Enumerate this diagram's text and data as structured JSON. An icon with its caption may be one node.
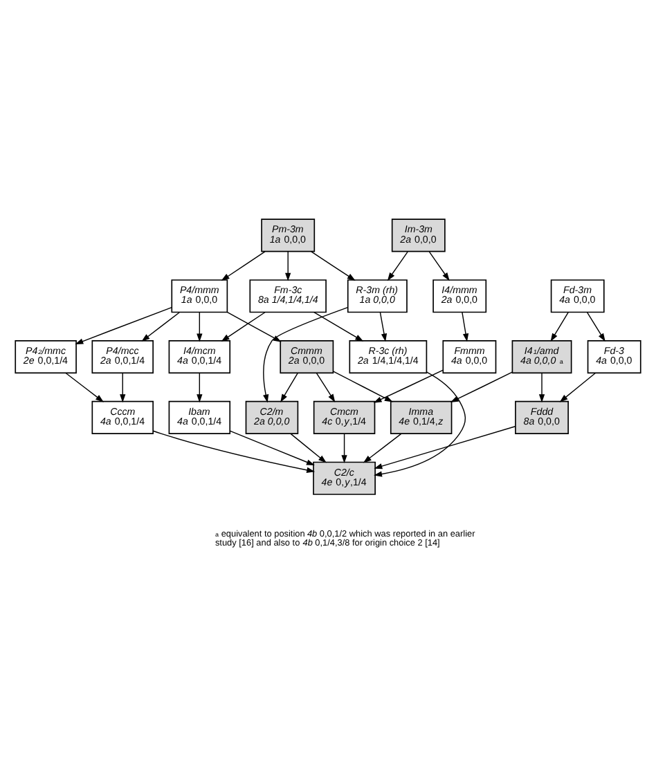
{
  "diagram": {
    "nodes": [
      {
        "text": [
          "*Im-3m*",
          "*2a* 0,0,0"
        ]
      },
      {
        "text": [
          "*Fd-3m*",
          "*4a* 0,0,0"
        ]
      },
      {
        "text": [
          "*Pm-3m*",
          "*1a* 0,0,0"
        ]
      },
      {
        "text": [
          "*I4/mmm*",
          "*2a* 0,0,0"
        ]
      },
      {
        "text": [
          "*Fd-3*",
          "*4a* 0,0,0"
        ]
      },
      {
        "text": [
          "*P4/mmm*",
          "*1a* 0,0,0"
        ]
      },
      {
        "text": [
          "*Fm-3c*",
          "*8a 1/4,1/4,1/4*"
        ]
      },
      {
        "text": [
          "*R-3m (rh)*",
          "*1a 0,0,0*"
        ]
      },
      {
        "text": [
          "*I4$_{1}$/amd*",
          "*4a 0,0,0* $^{a}$"
        ]
      },
      {
        "text": [
          "*P4$_{2}$/mmc*",
          "*2e* 0,0,1/4"
        ]
      },
      {
        "text": [
          "*P4/mcc*",
          "*2a* 0,0,1/4"
        ]
      },
      {
        "text": [
          "*I4/mcm*",
          "*4a* 0,0,1/4"
        ]
      },
      {
        "text": [
          "*R-3c (rh)*",
          "*2a* 1/4,1/4,1/4"
        ]
      },
      {
        "text": [
          "*Fmmm*",
          "*4a* 0,0,0"
        ]
      },
      {
        "text": [
          "*Cccm*",
          "*4a* 0,0,1/4"
        ]
      },
      {
        "text": [
          "*Cmmm*",
          "*2a* 0,0,0"
        ]
      },
      {
        "text": [
          "*Ibam*",
          "*4a* 0,0,1/4"
        ]
      },
      {
        "text": [
          "*Cmcm*",
          "*4c* 0,*y*,1/4"
        ]
      },
      {
        "text": [
          "*Fddd*",
          "*8a* 0,0,0"
        ]
      },
      {
        "text": [
          "*Imma*",
          "*4e* 0,1/4,*z*"
        ]
      },
      {
        "text": [
          "*C2/m*",
          "*2a 0,0,0*"
        ]
      },
      {
        "text": [
          "*C2/c*",
          "*4e* 0,*y*,1/4"
        ]
      }
    ],
    "edges": [
      {
        "from": 0,
        "to": 3,
        "arrow": "to"
      },
      {
        "from": 0,
        "to": 7,
        "arrow": "to"
      },
      {
        "from": 1,
        "to": 4,
        "arrow": "to"
      },
      {
        "from": 1,
        "to": 8,
        "arrow": "to"
      },
      {
        "from": 2,
        "to": 5,
        "arrow": "to"
      },
      {
        "from": 2,
        "to": 6,
        "arrow": "to"
      },
      {
        "from": 2,
        "to": 7,
        "arrow": "to"
      },
      {
        "from": 3,
        "to": 13,
        "arrow": "to"
      },
      {
        "from": 4,
        "to": 18,
        "arrow": "to"
      },
      {
        "from": 5,
        "to": 9,
        "arrow": "to"
      },
      {
        "from": 5,
        "to": 10,
        "arrow": "to"
      },
      {
        "from": 5,
        "to": 15,
        "arrow": "to"
      },
      {
        "from": 5,
        "to": 11,
        "arrow": "to"
      },
      {
        "from": 6,
        "to": 11,
        "arrow": "to"
      },
      {
        "from": 6,
        "to": 12,
        "arrow": "to"
      },
      {
        "from": 7,
        "to": 12,
        "arrow": "to"
      },
      {
        "from": 7,
        "to": 20,
        "arrow": "to"
      },
      {
        "from": 8,
        "to": 18,
        "arrow": "to"
      },
      {
        "from": 8,
        "to": 19,
        "arrow": "to"
      },
      {
        "from": 9,
        "to": 14,
        "arrow": "to"
      },
      {
        "from": 10,
        "to": 14,
        "arrow": "to"
      },
      {
        "from": 11,
        "to": 16,
        "arrow": "to"
      },
      {
        "from": 12,
        "to": 21,
        "arrow": "to"
      },
      {
        "from": 13,
        "to": 17,
        "arrow": "to"
      },
      {
        "from": 14,
        "to": 21,
        "arrow": "to"
      },
      {
        "from": 15,
        "to": 17,
        "arrow": "to"
      },
      {
        "from": 15,
        "to": 19,
        "arrow": "to"
      },
      {
        "from": 15,
        "to": 20,
        "arrow": "to"
      },
      {
        "from": 16,
        "to": 21,
        "arrow": "to"
      },
      {
        "from": 17,
        "to": 21,
        "arrow": "to"
      },
      {
        "from": 18,
        "to": 21,
        "arrow": "to"
      },
      {
        "from": 19,
        "to": 21,
        "arrow": "to"
      },
      {
        "from": 20,
        "to": 21,
        "arrow": "to"
      }
    ],
    "labels": [
      "$^{a}$ equivalent to position *4b* 0,0,1/2 which was reported in an earlier study [16] and also to *4b* 0,1/4,3/8 for origin choice 2 [14]"
    ]
  }
}
